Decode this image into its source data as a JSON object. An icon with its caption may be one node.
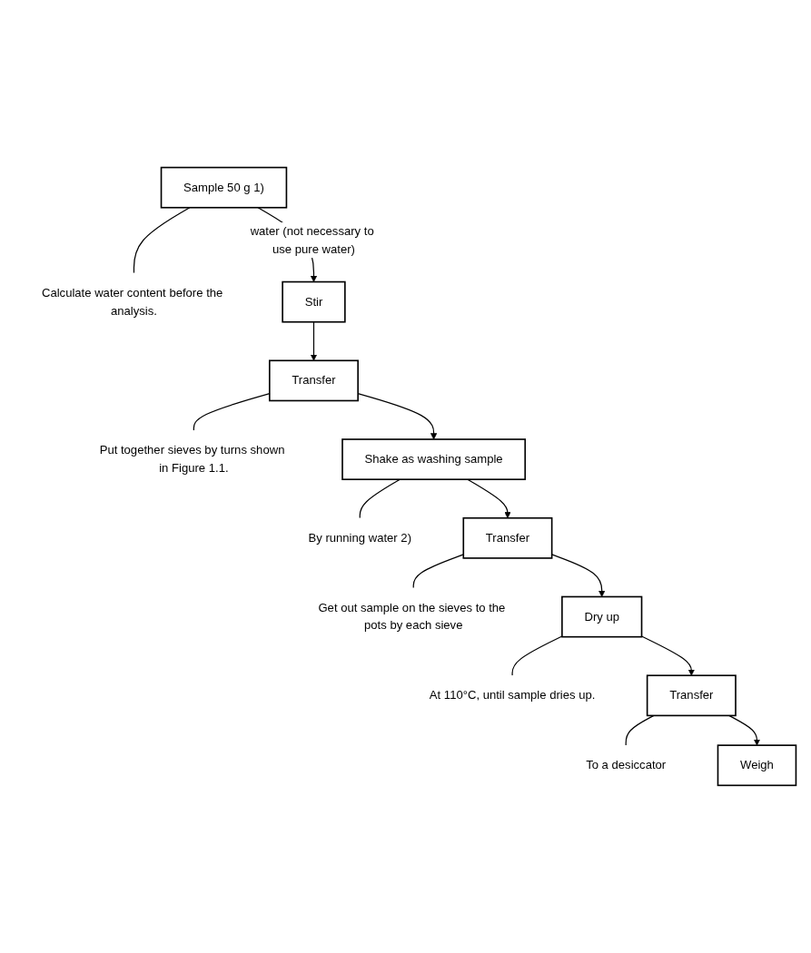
{
  "diagram": {
    "nodes": [
      {
        "text": [
          "Sample 50 g 1)"
        ]
      },
      {
        "text": [
          "Calculate water content before the analysis."
        ]
      },
      {
        "text": [
          "Stir"
        ]
      },
      {
        "text": [
          "Transfer"
        ]
      },
      {
        "text": [
          "Put together sieves by turns shown in Figure 1.1."
        ]
      },
      {
        "text": [
          "Shake as washing sample"
        ]
      },
      {
        "text": [
          "By running water 2)"
        ]
      },
      {
        "text": [
          "Transfer"
        ]
      },
      {
        "text": [
          "Get out sample on the sieves to the pots by each sieve"
        ]
      },
      {
        "text": [
          "Dry up"
        ]
      },
      {
        "text": [
          "At 110°C, until sample dries up."
        ]
      },
      {
        "text": [
          "Transfer"
        ]
      },
      {
        "text": [
          "To a desiccator"
        ]
      },
      {
        "text": [
          "Weigh"
        ]
      }
    ],
    "edges": [
      {
        "from": 0,
        "to": 2,
        "arrow": "to",
        "label": "water (not necessary to use pure water)"
      },
      {
        "from": 0,
        "to": 1,
        "arrow": "none"
      },
      {
        "from": 2,
        "to": 3,
        "arrow": "to"
      },
      {
        "from": 3,
        "to": 4,
        "arrow": "none"
      },
      {
        "from": 3,
        "to": 5,
        "arrow": "to"
      },
      {
        "from": 5,
        "to": 6,
        "arrow": "none"
      },
      {
        "from": 5,
        "to": 7,
        "arrow": "to"
      },
      {
        "from": 7,
        "to": 8,
        "arrow": "none"
      },
      {
        "from": 7,
        "to": 9,
        "arrow": "to"
      },
      {
        "from": 9,
        "to": 10,
        "arrow": "none"
      },
      {
        "from": 9,
        "to": 11,
        "arrow": "to"
      },
      {
        "from": 11,
        "to": 12,
        "arrow": "none"
      },
      {
        "from": 11,
        "to": 13,
        "arrow": "to"
      }
    ]
  }
}
